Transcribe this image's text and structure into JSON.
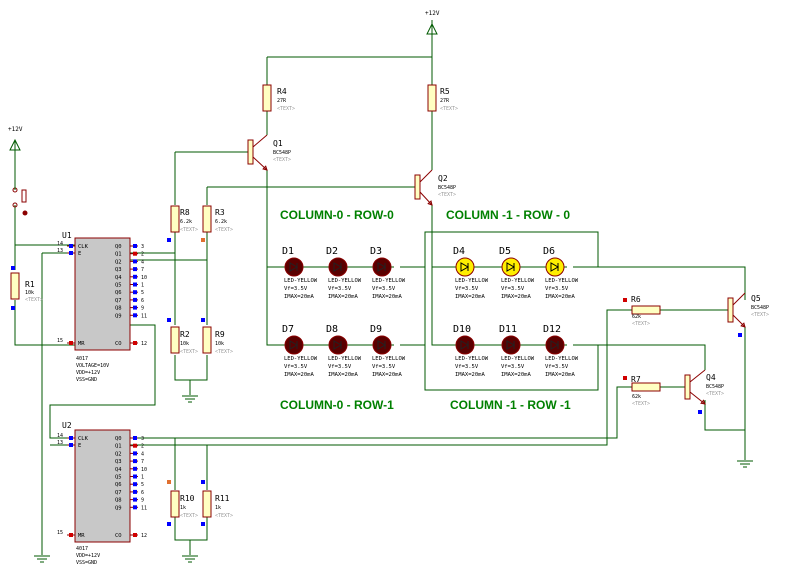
{
  "supply": {
    "vcc_left": "+12V",
    "vcc_top": "+12V"
  },
  "sections": {
    "c0r0": "COLUMN-0 - ROW-0",
    "c1r0": "COLUMN -1 - ROW - 0",
    "c0r1": "COLUMN-0 - ROW-1",
    "c1r1": "COLUMN -1 - ROW -1"
  },
  "colors": {
    "wire": "#005a00",
    "component": "#8b0000",
    "body_fill": "#ffffc2",
    "chip_fill": "#c8c8c8",
    "led_off": "#5a0000",
    "led_on": "#ffee00",
    "label_green": "#008000",
    "pin_red": "#d00000",
    "pin_blue": "#0000ff"
  },
  "resistors": {
    "R1": {
      "name": "R1",
      "value": "10k",
      "text": "<TEXT>"
    },
    "R2": {
      "name": "R2",
      "value": "10k",
      "text": "<TEXT>"
    },
    "R3": {
      "name": "R3",
      "value": "6.2k",
      "text": "<TEXT>"
    },
    "R4": {
      "name": "R4",
      "value": "27R",
      "text": "<TEXT>"
    },
    "R5": {
      "name": "R5",
      "value": "27R",
      "text": "<TEXT>"
    },
    "R6": {
      "name": "R6",
      "value": "62k",
      "text": "<TEXT>"
    },
    "R7": {
      "name": "R7",
      "value": "62k",
      "text": "<TEXT>"
    },
    "R8": {
      "name": "R8",
      "value": "6.2k",
      "text": "<TEXT>"
    },
    "R9": {
      "name": "R9",
      "value": "10k",
      "text": "<TEXT>"
    },
    "R10": {
      "name": "R10",
      "value": "1k",
      "text": "<TEXT>"
    },
    "R11": {
      "name": "R11",
      "value": "1k",
      "text": "<TEXT>"
    }
  },
  "transistors": {
    "Q1": {
      "name": "Q1",
      "model": "BC548P",
      "text": "<TEXT>"
    },
    "Q2": {
      "name": "Q2",
      "model": "BC548P",
      "text": "<TEXT>"
    },
    "Q4": {
      "name": "Q4",
      "model": "BC548P",
      "text": "<TEXT>"
    },
    "Q5": {
      "name": "Q5",
      "model": "BC548P",
      "text": "<TEXT>"
    }
  },
  "led_spec": {
    "type": "LED-YELLOW",
    "vf": "Vf=3.5V",
    "imax": "IMAX=20mA"
  },
  "leds": [
    {
      "name": "D1",
      "on": false
    },
    {
      "name": "D2",
      "on": false
    },
    {
      "name": "D3",
      "on": false
    },
    {
      "name": "D4",
      "on": true
    },
    {
      "name": "D5",
      "on": true
    },
    {
      "name": "D6",
      "on": true
    },
    {
      "name": "D7",
      "on": false
    },
    {
      "name": "D8",
      "on": false
    },
    {
      "name": "D9",
      "on": false
    },
    {
      "name": "D10",
      "on": false
    },
    {
      "name": "D11",
      "on": false
    },
    {
      "name": "D12",
      "on": false
    }
  ],
  "chips": {
    "U1": {
      "name": "U1",
      "part": "4017",
      "voltage": "VOLTAGE=10V",
      "vdd": "VDD=+12V",
      "vss": "VSS=GND"
    },
    "U2": {
      "name": "U2",
      "part": "4017",
      "voltage": "",
      "vdd": "VDD=+12V",
      "vss": "VSS=GND"
    }
  },
  "chip_pins": {
    "left": [
      "CLK",
      "E",
      "MR"
    ],
    "right": [
      "Q0",
      "Q1",
      "Q2",
      "Q3",
      "Q4",
      "Q5",
      "Q6",
      "Q7",
      "Q8",
      "Q9",
      "CO"
    ],
    "left_numbers": [
      "14",
      "13",
      "15"
    ],
    "right_numbers": [
      "3",
      "2",
      "4",
      "7",
      "10",
      "1",
      "5",
      "6",
      "9",
      "11",
      "12"
    ]
  }
}
